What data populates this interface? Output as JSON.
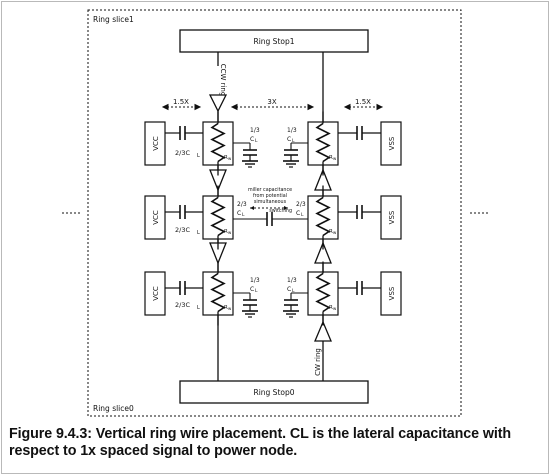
{
  "labels": {
    "ring_slice_top": "Ring slice1",
    "ring_slice_bottom": "Ring slice0",
    "ring_stop_top": "Ring Stop1",
    "ring_stop_bottom": "Ring Stop0",
    "ccw_ring": "CCW ring",
    "cw_ring": "CW ring",
    "spacing_left": "1.5X",
    "spacing_mid": "3X",
    "spacing_right": "1.5X",
    "vcc": "VCC",
    "vss": "VSS",
    "cap_left": "2/3C",
    "cap_left_sub": "L",
    "cap_third": "1/3",
    "cap_two_third": "2/3",
    "cap_c": "C",
    "cap_c_sub": "L",
    "resistor": "R",
    "resistor_sub": "w",
    "miller_note_1": "miller capacitance",
    "miller_note_2": "from potential",
    "miller_note_3": "simultaneous",
    "miller_note_4": "switching"
  },
  "caption": {
    "line1": "Figure 9.4.3: Vertical ring wire placement. CL is the lateral capacitance with",
    "line2": "respect to 1x spaced signal to power node."
  },
  "colors": {
    "line": "#111111",
    "frame": "#b9b9b9",
    "background": "#ffffff"
  }
}
